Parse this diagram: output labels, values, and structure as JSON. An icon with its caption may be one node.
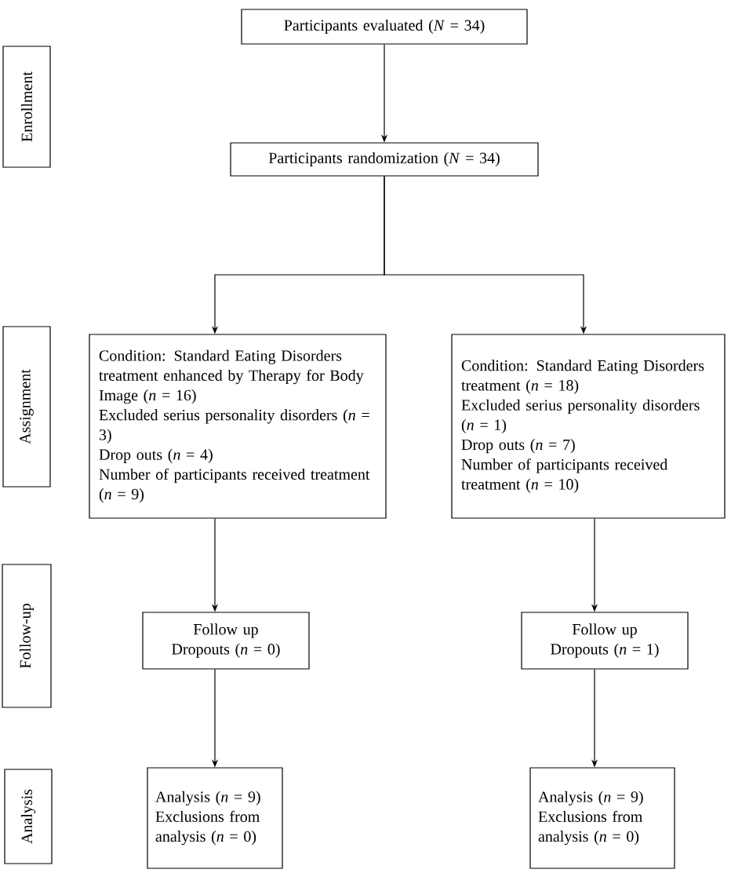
{
  "diagram": {
    "nodes": [
      {
        "text": [
          "Enrollment"
        ]
      },
      {
        "text": [
          "Assignment"
        ]
      },
      {
        "text": [
          "Follow-up"
        ]
      },
      {
        "text": [
          "Analysis"
        ]
      },
      {
        "text": [
          "Participants evaluated (*N* = 34)"
        ]
      },
      {
        "text": [
          "Participants randomization (*N* = 34)"
        ]
      },
      {
        "text": [
          "Condition:  Standard Eating Disorders treatment enhanced by Therapy for  Body Image (*n* = 16)",
          "Excluded serius personality disorders (*n* = 3)",
          "Drop outs (*n* = 4)",
          "Number of participants received treatment (*n* = 9)"
        ]
      },
      {
        "text": [
          "Condition: Standard Eating Disorders treatment (*n* = 18)",
          "Excluded serius personality disorders (*n* = 1)",
          "Drop outs (*n* = 7)",
          "Number of participants received treatment (*n* = 10)"
        ]
      },
      {
        "text": [
          "Follow up",
          "Dropouts (*n* = 0)"
        ]
      },
      {
        "text": [
          "Follow up",
          "Dropouts (*n* = 1)"
        ]
      },
      {
        "text": [
          "Analysis (*n* = 9)",
          "Exclusions from analysis (*n* = 0)"
        ]
      },
      {
        "text": [
          "Analysis (*n* = 9)",
          "Exclusions from analysis (*n* = 0)"
        ]
      }
    ],
    "edges": [
      {
        "from": 4,
        "to": 5,
        "arrow": "to"
      },
      {
        "from": 5,
        "to": 6,
        "arrow": "to"
      },
      {
        "from": 5,
        "to": 7,
        "arrow": "to"
      },
      {
        "from": 6,
        "to": 8,
        "arrow": "to"
      },
      {
        "from": 7,
        "to": 9,
        "arrow": "to"
      },
      {
        "from": 8,
        "to": 10,
        "arrow": "to"
      },
      {
        "from": 9,
        "to": 11,
        "arrow": "to"
      }
    ]
  }
}
